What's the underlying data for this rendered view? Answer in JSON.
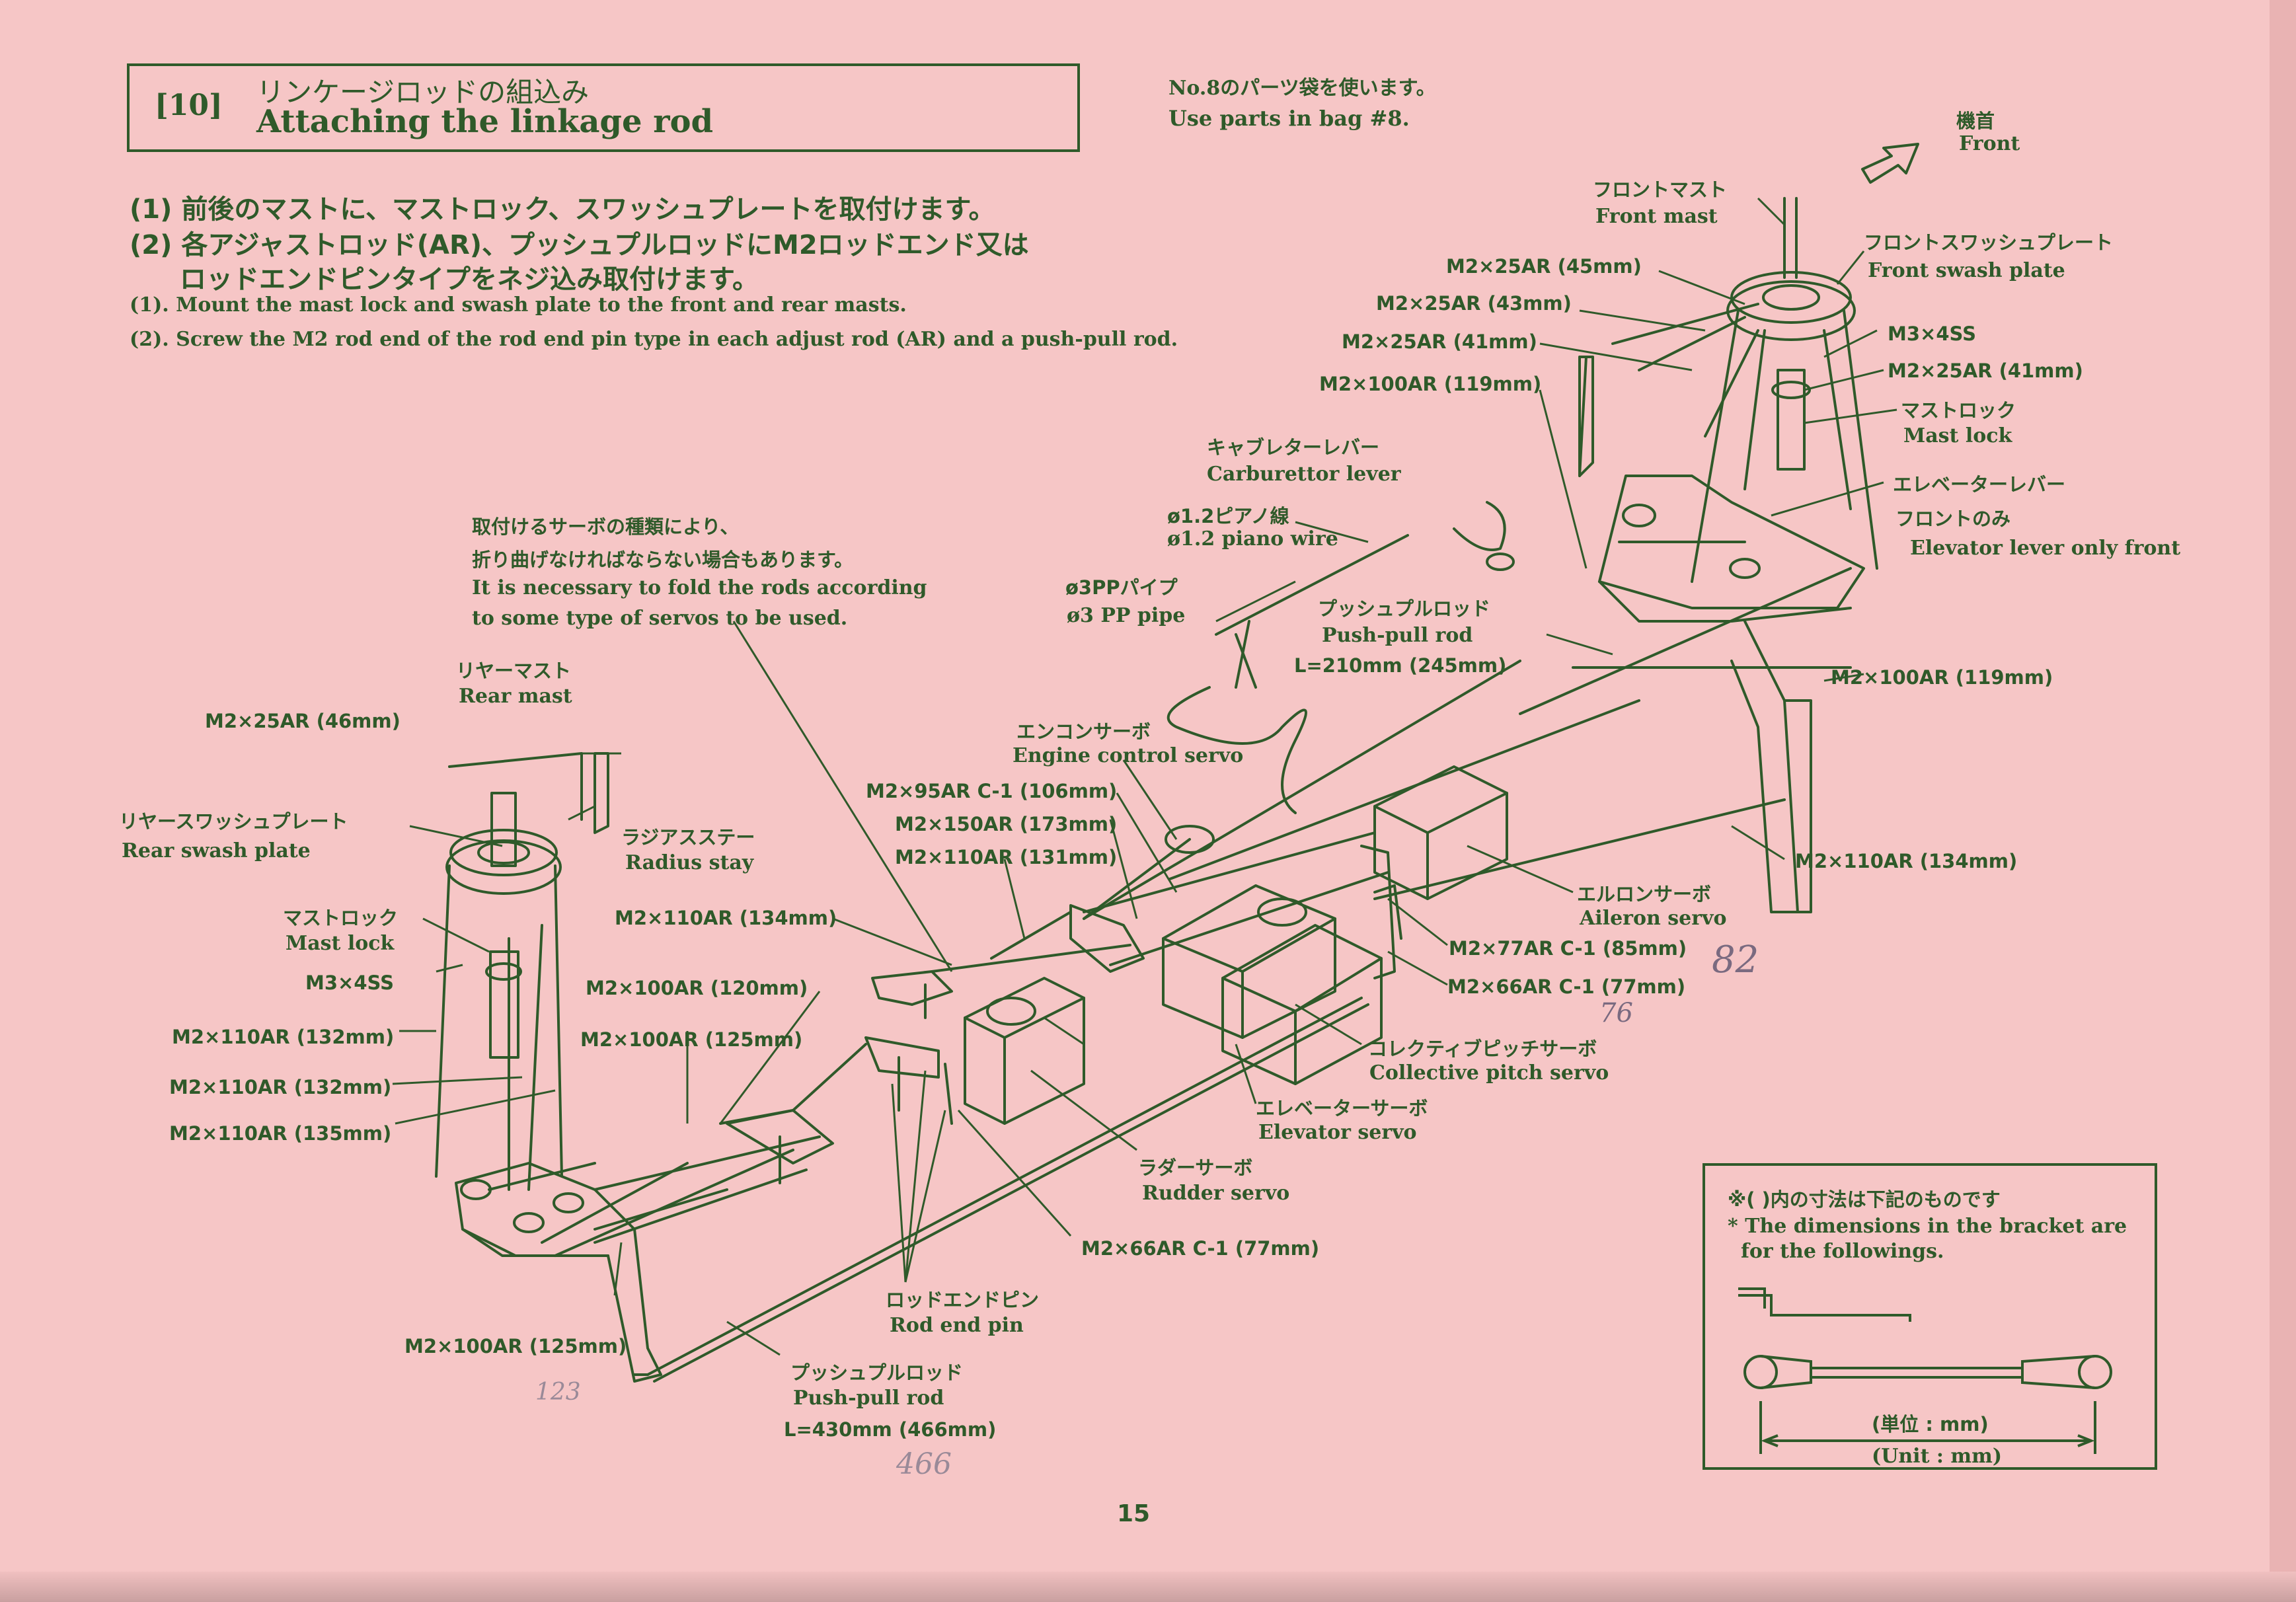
{
  "header": {
    "step": "[10]",
    "title_jp": "リンケージロッドの組込み",
    "title_en": "Attaching the linkage rod",
    "bag_jp": "No.8のパーツ袋を使います。",
    "bag_en": "Use parts in bag #8."
  },
  "front_label": {
    "jp": "機首",
    "en": "Front"
  },
  "instructions": {
    "jp1": "(1)  前後のマストに、マストロック、スワッシュプレートを取付けます。",
    "jp2": "(2)  各アジャストロッド(AR)、プッシュプルロッドにM2ロッドエンド又は",
    "jp3": "ロッドエンドピンタイプをネジ込み取付けます。",
    "en1": "(1).   Mount the mast lock and swash plate to the front and rear masts.",
    "en2": "(2).   Screw the M2 rod end of the rod end pin type in each adjust rod (AR) and a push-pull rod."
  },
  "fold_note": {
    "jp1": "取付けるサーボの種類により、",
    "jp2": "折り曲げなければならない場合もあります。",
    "en1": "It is necessary to fold  the rods according",
    "en2": "to some type of servos to be used."
  },
  "labels": {
    "front_mast_jp": "フロントマスト",
    "front_mast_en": "Front mast",
    "front_swash_jp": "フロントスワッシュプレート",
    "front_swash_en": "Front swash plate",
    "r_45": "M2×25AR (45mm)",
    "r_43": "M2×25AR (43mm)",
    "r_41a": "M2×25AR (41mm)",
    "r_119a": "M2×100AR (119mm)",
    "m3_4ss_a": "M3×4SS",
    "r_41b": "M2×25AR (41mm)",
    "mast_lock_jp_a": "マストロック",
    "mast_lock_en_a": "Mast lock",
    "carb_jp": "キャブレターレバー",
    "carb_en": "Carburettor lever",
    "piano_jp": "ø1.2ピアノ線",
    "piano_en": "ø1.2 piano wire",
    "pipe_jp": "ø3PPパイプ",
    "pipe_en": "ø3 PP pipe",
    "elev_lever_jp1": "エレベーターレバー",
    "elev_lever_jp2": "フロントのみ",
    "elev_lever_en": "Elevator lever only front",
    "pushpull_jp_a": "プッシュプルロッド",
    "pushpull_en_a": "Push-pull rod",
    "pushpull_len_a": "L=210mm (245mm)",
    "r_119b": "M2×100AR (119mm)",
    "engine_jp": "エンコンサーボ",
    "engine_en": "Engine control servo",
    "rear_mast_jp": "リヤーマスト",
    "rear_mast_en": "Rear mast",
    "r_46": "M2×25AR (46mm)",
    "rear_swash_jp": "リヤースワッシュプレート",
    "rear_swash_en": "Rear swash plate",
    "radius_jp": "ラジアスステー",
    "radius_en": "Radius stay",
    "r_95": "M2×95AR  C-1 (106mm)",
    "r_150": "M2×150AR (173mm)",
    "r_131": "M2×110AR (131mm)",
    "r_134a": "M2×110AR (134mm)",
    "r_134b": "M2×110AR (134mm)",
    "mast_lock_jp_b": "マストロック",
    "mast_lock_en_b": "Mast lock",
    "m3_4ss_b": "M3×4SS",
    "r_120": "M2×100AR (120mm)",
    "r_125a": "M2×100AR (125mm)",
    "r_132a": "M2×110AR (132mm)",
    "r_132b": "M2×110AR (132mm)",
    "r_135": "M2×110AR (135mm)",
    "aileron_jp": "エルロンサーボ",
    "aileron_en": "Aileron servo",
    "r_77a": "M2×77AR  C-1 (85mm)",
    "r_66a": "M2×66AR  C-1 (77mm)",
    "collective_jp": "コレクティブピッチサーボ",
    "collective_en": "Collective pitch servo",
    "elevator_jp": "エレベーターサーボ",
    "elevator_en": "Elevator servo",
    "rudder_jp": "ラダーサーボ",
    "rudder_en": "Rudder servo",
    "r_66b": "M2×66AR  C-1 (77mm)",
    "rodend_jp": "ロッドエンドピン",
    "rodend_en": "Rod end pin",
    "r_125b": "M2×100AR (125mm)",
    "pushpull_jp_b": "プッシュプルロッド",
    "pushpull_en_b": "Push-pull rod",
    "pushpull_len_b": "L=430mm (466mm)"
  },
  "handwritten": {
    "a": "82",
    "b": "76",
    "c": "123",
    "d": "466"
  },
  "note": {
    "jp": "※(      )内の寸法は下記のものです",
    "en1": "* The dimensions in the bracket are",
    "en2": "for the followings.",
    "unit_jp": "(単位 : mm)",
    "unit_en": "(Unit : mm)"
  },
  "page_number": "15",
  "colors": {
    "background": "#f6c6c6",
    "ink": "#2f5a2a"
  }
}
